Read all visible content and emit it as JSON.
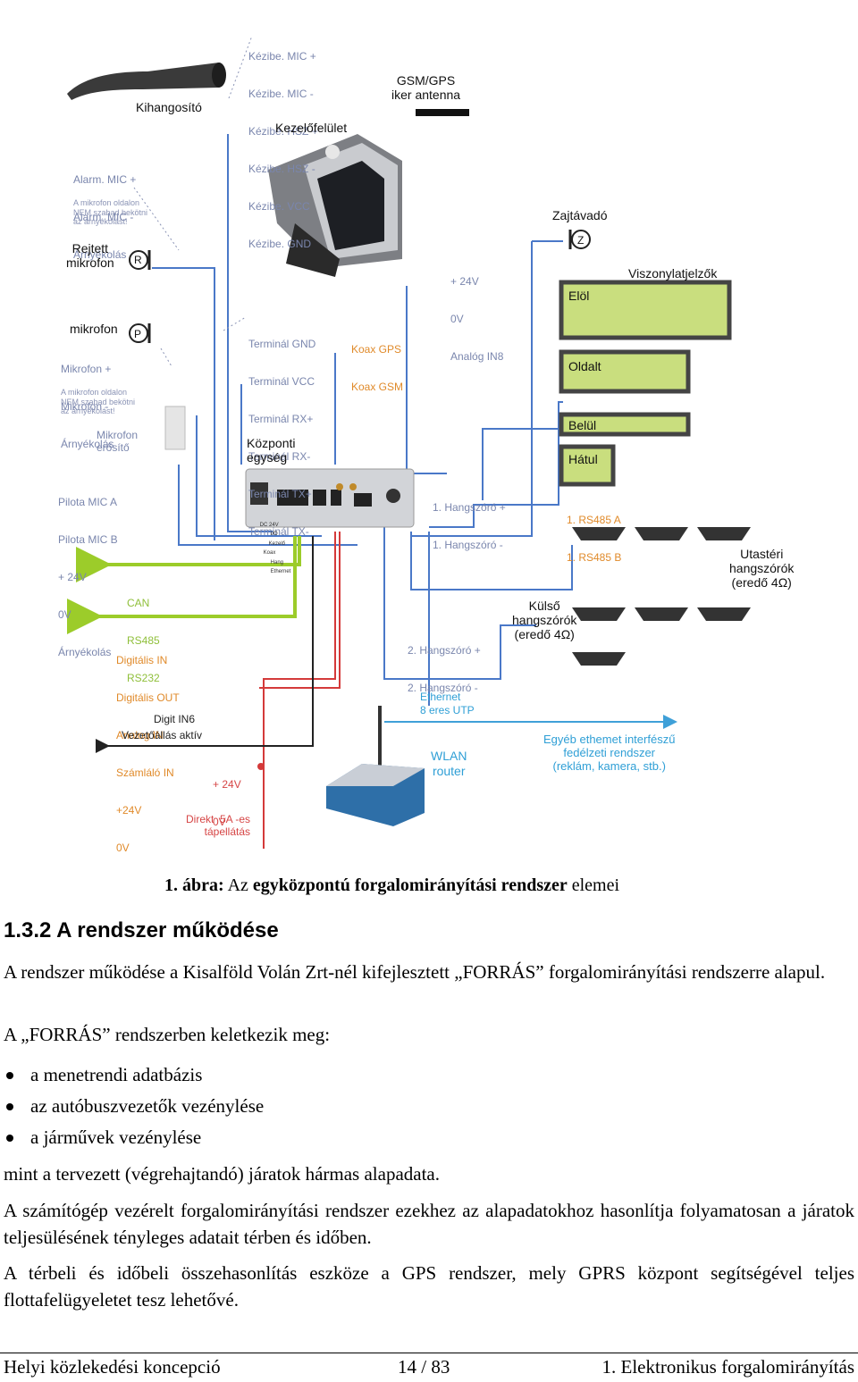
{
  "diagram": {
    "labels": {
      "kezibe": [
        "Kézibe. MIC +",
        "Kézibe. MIC -",
        "Kézibe. HSZ +",
        "Kézibe. HSZ -",
        "Kézibe. VCC",
        "Kézibe. GND"
      ],
      "kihangosito": "Kihangosító",
      "gsm": "GSM/GPS\niker antenna",
      "kezelofelulet": "Kezelőfelület",
      "alarm": [
        "Alarm. MIC +",
        "Alarm. MIC -",
        "Árnyékolás"
      ],
      "alarm_note": "A mikrofon oldalon\nNEM szabad bekötni\naz árnyékolást!",
      "rejtett": "Rejtett\nmikrofon",
      "r_mark": "R",
      "zajtavado": "Zajtávadó",
      "z_mark": "Z",
      "power_analog": [
        "+ 24V",
        "0V",
        "Analóg IN8"
      ],
      "viszonylat": "Viszonylatjelzők",
      "elol": "Elöl",
      "oldalt": "Oldalt",
      "belul": "Belül",
      "hatul": "Hátul",
      "mikrofon": "mikrofon",
      "p_mark": "P",
      "mic_lines": [
        "Mikrofon +",
        "Mikrofon -",
        "Árnyékolás"
      ],
      "mic_note": "A mikrofon oldalon\nNEM szabad bekötni\naz árnyékolást!",
      "terminal": [
        "Terminál GND",
        "Terminál VCC",
        "Terminál RX+",
        "Terminál RX-",
        "Terminál TX+",
        "Terminál TX-"
      ],
      "koax": [
        "Koax GPS",
        "Koax GSM"
      ],
      "mikrofon_erosito": "Mikrofon\nerősítő",
      "kozponti": "Központi\negység",
      "pilota": [
        "Pilota MIC A",
        "Pilota MIC B",
        "+ 24V",
        "0V",
        "Árnyékolás"
      ],
      "hangszoro1": [
        "1. Hangszóró +",
        "1. Hangszóró -"
      ],
      "rs485": [
        "1. RS485 A",
        "1. RS485 B"
      ],
      "can": [
        "CAN",
        "RS485",
        "RS232"
      ],
      "utasteri": "Utastéri\nhangszórók\n(eredő 4Ω)",
      "kulso": "Külső\nhangszórók\n(eredő 4Ω)",
      "hangszoro2": [
        "2. Hangszóró +",
        "2. Hangszóró -"
      ],
      "digitalis": [
        "Digitális IN",
        "Digitális OUT",
        "Analog IN",
        "Számláló IN",
        "+24V",
        "0V"
      ],
      "ethernet": "Ethernet\n8 eres UTP",
      "digit_in6": "Digit IN6",
      "vezetoallas": "Vezetőállás aktív",
      "wlan": "WLAN\nrouter",
      "egyeb": "Egyéb ethemet interfészű\nfedélzeti rendszer\n(reklám, kamera, stb.)",
      "power2": [
        "+ 24V",
        "0V"
      ],
      "direkt": "Direkt  5A -es\ntápellátás",
      "unit_ports": [
        "DC 24V",
        "I/O",
        "Kezelő",
        "Koax",
        "Hang",
        "Ethernet"
      ]
    },
    "colors": {
      "blue_line": "#4a78c8",
      "green": "#9ccc2a",
      "red": "#d43a3a",
      "orange": "#e08a2a",
      "display": "#c9de7e"
    }
  },
  "caption": {
    "number": "1. ábra:",
    "pre": "Az",
    "bold": "egyközpontú forgalomirányítási rendszer",
    "post": "elemei"
  },
  "section": {
    "heading": "1.3.2  A rendszer működése",
    "p1": "A rendszer működése a Kisalföld Volán Zrt-nél kifejlesztett „FORRÁS” forgalomirányítási rendszerre alapul.",
    "p2": "A „FORRÁS” rendszerben keletkezik meg:",
    "bullets": [
      "a menetrendi adatbázis",
      "az autóbuszvezetők vezénylése",
      "a járművek vezénylése"
    ],
    "p3": "mint a tervezett (végrehajtandó) járatok hármas alapadata.",
    "p4": "A számítógép vezérelt forgalomirányítási rendszer ezekhez az alapadatokhoz hasonlítja folyamatosan a járatok teljesülésének tényleges adatait térben és időben.",
    "p5": "A térbeli és időbeli összehasonlítás eszköze a GPS rendszer, mely GPRS központ segítségével teljes flottafelügyeletet tesz lehetővé."
  },
  "footer": {
    "left": "Helyi közlekedési koncepció",
    "center": "14 / 83",
    "right": "1. Elektronikus forgalomirányítás"
  }
}
